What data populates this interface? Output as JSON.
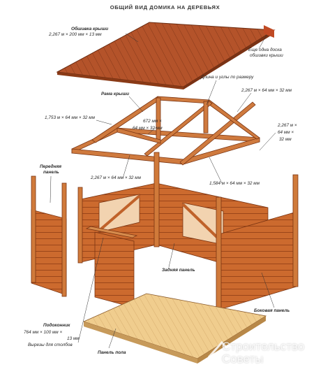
{
  "title": "ОБЩИЙ ВИД ДОМИКА НА ДЕРЕВЬЯХ",
  "labels": {
    "roof_sheathing": "Обшивка крыши",
    "roof_sheathing_dim": "2,267 м × 200 мм × 13 мм",
    "extra_board": [
      "Еще одна доска",
      "обшивки крыши"
    ],
    "length_angles": "Длина и углы по размеру",
    "roof_frame": "Рама крыши",
    "dim_top_right": "2,267 м × 64 мм × 32 мм",
    "dim_left": "1,753 м × 64 мм × 32 мм",
    "dim_center": [
      "672 мм ×",
      "64 мм × 32 мм"
    ],
    "dim_right": [
      "2,267 м ×",
      "64 мм ×",
      "32 мм"
    ],
    "front_panel": [
      "Передняя",
      "панель"
    ],
    "dim_lower_left": "2,267 м × 64 мм × 32 мм",
    "dim_lower_right": "1,584 м × 64 мм × 32 мм",
    "back_panel": "Задняя панель",
    "side_panel": "Боковая панель",
    "windowsill": [
      "Подоконник",
      "764 мм × 100 мм ×",
      "13 мм",
      "Вырезы для столбов"
    ],
    "floor_panel": "Панель пола"
  },
  "watermark": {
    "line1": "Строительство",
    "line2": "Советы"
  },
  "colors": {
    "wood": "#c8642a",
    "wood_dark": "#9a4418",
    "floor": "#efc98a",
    "line": "#333333"
  }
}
